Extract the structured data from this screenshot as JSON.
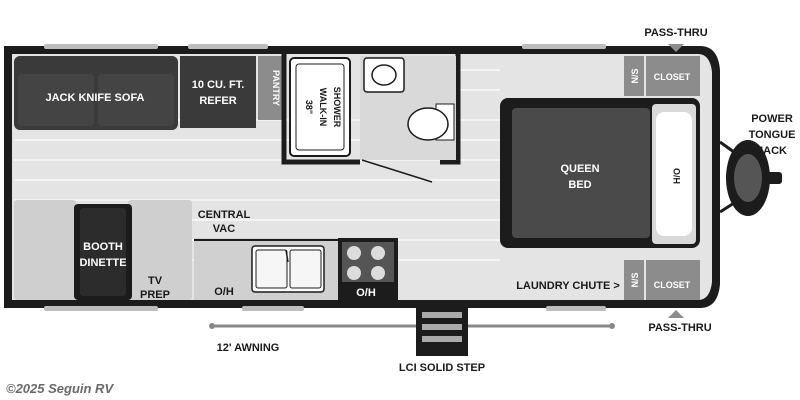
{
  "labels": {
    "sofa": "JACK KNIFE SOFA",
    "refer_1": "10 CU. FT.",
    "refer_2": "REFER",
    "pantry": "PANTRY",
    "shower_1": "38\"",
    "shower_2": "WALK-IN",
    "shower_3": "SHOWER",
    "ns_top": "N/S",
    "closet_top": "CLOSET",
    "pass_thru_top": "PASS-THRU",
    "bed_1": "QUEEN",
    "bed_2": "BED",
    "ho": "H/O",
    "tongue_1": "POWER",
    "tongue_2": "TONGUE",
    "tongue_3": "JACK",
    "vac_1": "CENTRAL",
    "vac_2": "VAC",
    "dinette_1": "BOOTH",
    "dinette_2": "DINETTE",
    "tv_1": "TV",
    "tv_2": "PREP",
    "oh_left": "O/H",
    "oh_stove": "O/H",
    "laundry": "LAUNDRY CHUTE >",
    "ns_bottom": "N/S",
    "closet_bottom": "CLOSET",
    "pass_thru_bottom": "PASS-THRU",
    "awning": "12' AWNING",
    "step": "LCI SOLID STEP",
    "copyright": "©2025 Seguin RV"
  },
  "colors": {
    "wall": "#1c1c1c",
    "floor": "#e6e6e6",
    "floor_plank": "#f2f2f2",
    "furniture_dark": "#3a3a3a",
    "cabinet": "#8c8c8c",
    "light_gray": "#d0d0d0"
  }
}
